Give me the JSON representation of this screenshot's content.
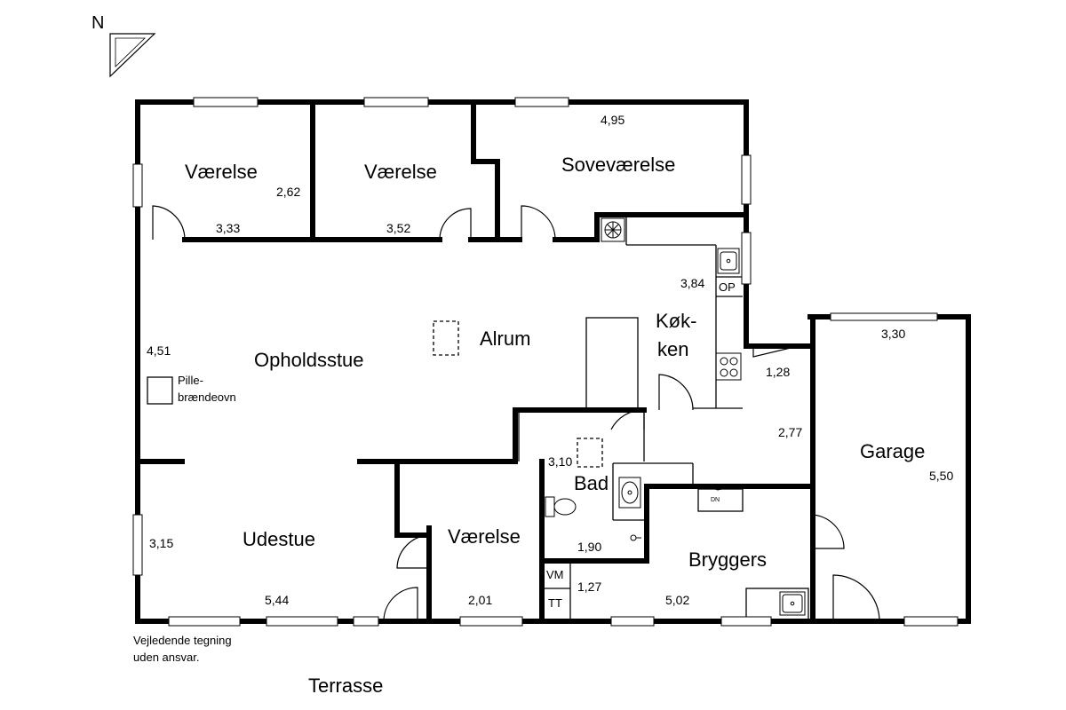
{
  "north_label": "N",
  "rooms": {
    "vaerelse_1": "Værelse",
    "vaerelse_2": "Værelse",
    "sovevaerelse": "Soveværelse",
    "alrum": "Alrum",
    "opholdsstue": "Opholdsstue",
    "koekken_1": "Køk-",
    "koekken_2": "ken",
    "bad": "Bad",
    "garage": "Garage",
    "udestue": "Udestue",
    "vaerelse_3": "Værelse",
    "bryggers": "Bryggers"
  },
  "fixtures": {
    "pille_1": "Pille-",
    "pille_2": "brændeovn",
    "op": "OP",
    "vm": "VM",
    "tt": "TT",
    "dn": "DN"
  },
  "dimensions": {
    "d_4_95": "4,95",
    "d_2_62": "2,62",
    "d_3_33": "3,33",
    "d_3_52": "3,52",
    "d_3_84": "3,84",
    "d_4_51": "4,51",
    "d_3_30": "3,30",
    "d_1_28": "1,28",
    "d_2_77": "2,77",
    "d_3_10": "3,10",
    "d_5_50": "5,50",
    "d_1_90": "1,90",
    "d_3_15": "3,15",
    "d_1_27": "1,27",
    "d_5_44": "5,44",
    "d_2_01": "2,01",
    "d_5_02": "5,02"
  },
  "disclaimer_1": "Vejledende tegning",
  "disclaimer_2": "uden ansvar.",
  "terrace": "Terrasse"
}
